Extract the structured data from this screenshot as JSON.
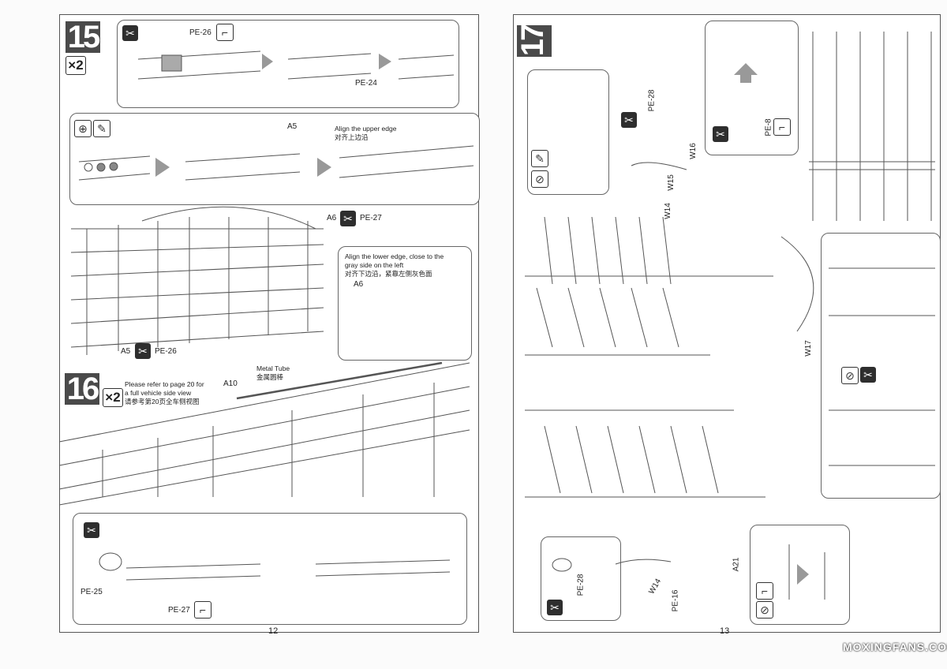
{
  "left_page": {
    "page_number": "12",
    "step15": {
      "number": "15",
      "multiplier": "×2",
      "labels": {
        "pe26_top": "PE-26",
        "pe24": "PE-24",
        "a5": "A5",
        "a6": "A6",
        "pe27": "PE-27",
        "a5_bottom": "A5",
        "pe26_bottom": "PE-26",
        "a6_inset": "A6"
      },
      "note_upper_en": "Align the upper edge",
      "note_upper_zh": "对齐上边沿",
      "note_lower_en_1": "Align the lower edge, close to the",
      "note_lower_en_2": "gray side on the left",
      "note_lower_zh": "对齐下边沿，紧靠左侧灰色面"
    },
    "step16": {
      "number": "16",
      "multiplier": "×2",
      "note_en_1": "Please refer to page 20 for",
      "note_en_2": "a full vehicle side view",
      "note_zh": "请参考第20页全车侧视图",
      "labels": {
        "a10": "A10",
        "metal_tube_en": "Metal Tube",
        "metal_tube_zh": "金属圆棒",
        "pe25": "PE-25",
        "pe27": "PE-27"
      }
    }
  },
  "right_page": {
    "page_number": "13",
    "step17": {
      "number": "17",
      "labels": {
        "pe28_top": "PE-28",
        "w15": "W15",
        "w14_top": "W14",
        "w16": "W16",
        "pe8": "PE-8",
        "w17": "W17",
        "pe28_bottom": "PE-28",
        "w14_bottom": "W14",
        "pe16": "PE-16",
        "a21": "A21"
      }
    }
  },
  "icons": [
    "bend-icon",
    "cut-icon",
    "magnify-icon",
    "paint-icon",
    "glue-icon"
  ],
  "watermark": "MOXINGFANS.COM",
  "colors": {
    "badge": "#4a4a4a",
    "arrow": "#999999",
    "line": "#555555"
  }
}
